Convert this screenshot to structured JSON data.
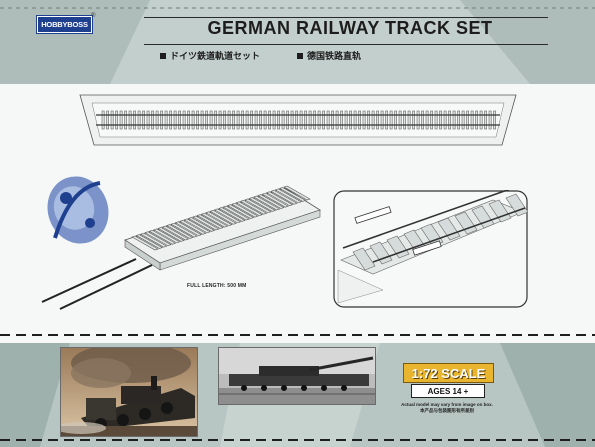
{
  "brand": {
    "logo_text": "HOBBYBOSS",
    "reg_mark": "®"
  },
  "header": {
    "title": "GERMAN RAILWAY TRACK SET",
    "subtitle_jp": "ドイツ鉄道軌道セット",
    "subtitle_cn": "德国铁路直轨"
  },
  "drawing": {
    "full_length_label": "FULL LENGTH:  500 MM"
  },
  "footer": {
    "scale": "1:72 SCALE",
    "ages": "AGES 14 +",
    "disclaimer_en": "Actual model may vary from image on box.",
    "disclaimer_cn": "本产品与包装图形有所差别"
  },
  "colors": {
    "band": "#b9c7c4",
    "band_dark": "#8fa09d",
    "scale_badge": "#e9b52e",
    "logo_blue": "#1f3f8f"
  }
}
